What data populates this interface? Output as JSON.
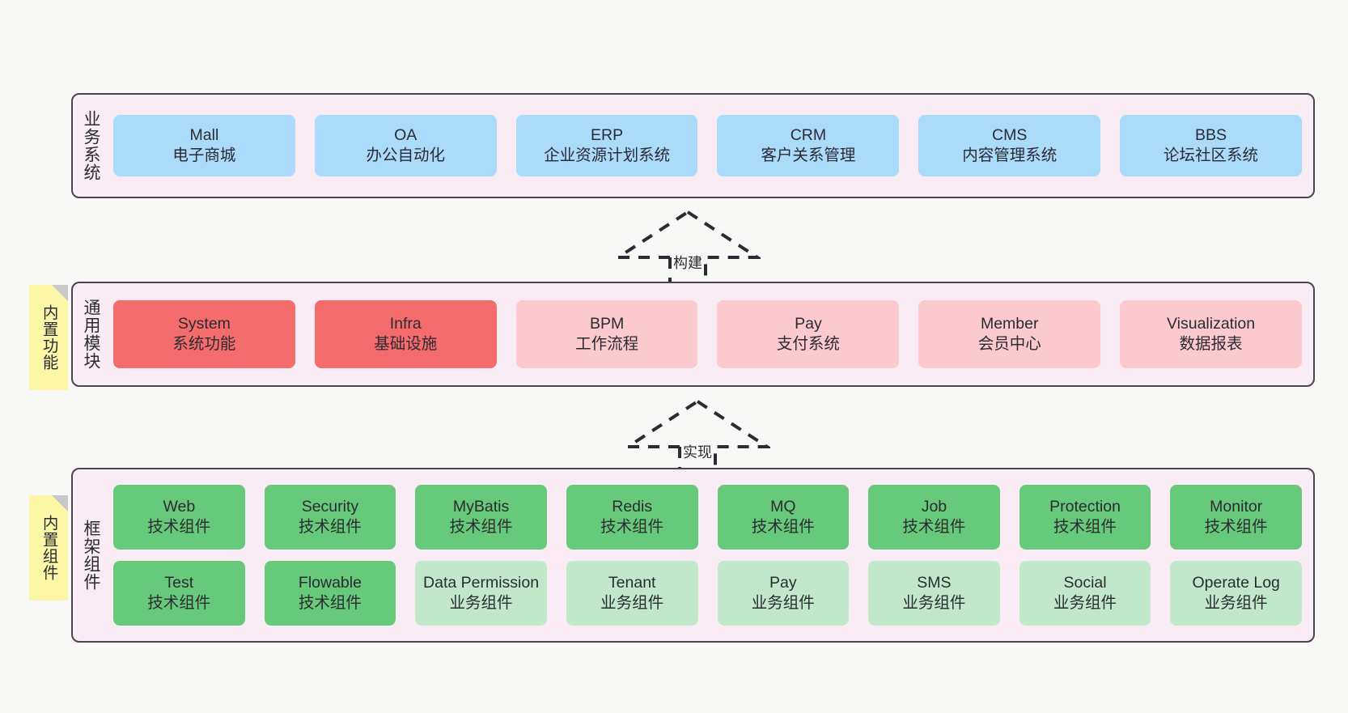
{
  "diagram": {
    "background": "#f8f8f6",
    "layer_bg": "#faecf5",
    "layer_border": "#4a4453",
    "colors": {
      "business": "#abdbfb",
      "module_core": "#f56c6c",
      "module_plain": "#fcc9ce",
      "tech_component": "#67c97a",
      "biz_component": "#c2e8cb",
      "sticky": "#fbf7a6",
      "sticky_fold": "#c9c9c9"
    }
  },
  "layers": [
    {
      "title": "业务系统",
      "rows": [
        [
          {
            "name": "Mall",
            "sub": "电子商城",
            "color": "c-blue"
          },
          {
            "name": "OA",
            "sub": "办公自动化",
            "color": "c-blue"
          },
          {
            "name": "ERP",
            "sub": "企业资源计划系统",
            "color": "c-blue"
          },
          {
            "name": "CRM",
            "sub": "客户关系管理",
            "color": "c-blue"
          },
          {
            "name": "CMS",
            "sub": "内容管理系统",
            "color": "c-blue"
          },
          {
            "name": "BBS",
            "sub": "论坛社区系统",
            "color": "c-blue"
          }
        ]
      ]
    },
    {
      "title": "通用模块",
      "sticky": "内置功能",
      "rows": [
        [
          {
            "name": "System",
            "sub": "系统功能",
            "color": "c-red"
          },
          {
            "name": "Infra",
            "sub": "基础设施",
            "color": "c-red"
          },
          {
            "name": "BPM",
            "sub": "工作流程",
            "color": "c-pink"
          },
          {
            "name": "Pay",
            "sub": "支付系统",
            "color": "c-pink"
          },
          {
            "name": "Member",
            "sub": "会员中心",
            "color": "c-pink"
          },
          {
            "name": "Visualization",
            "sub": "数据报表",
            "color": "c-pink"
          }
        ]
      ]
    },
    {
      "title": "框架组件",
      "sticky": "内置组件",
      "rows": [
        [
          {
            "name": "Web",
            "sub": "技术组件",
            "color": "c-green"
          },
          {
            "name": "Security",
            "sub": "技术组件",
            "color": "c-green"
          },
          {
            "name": "MyBatis",
            "sub": "技术组件",
            "color": "c-green"
          },
          {
            "name": "Redis",
            "sub": "技术组件",
            "color": "c-green"
          },
          {
            "name": "MQ",
            "sub": "技术组件",
            "color": "c-green"
          },
          {
            "name": "Job",
            "sub": "技术组件",
            "color": "c-green"
          },
          {
            "name": "Protection",
            "sub": "技术组件",
            "color": "c-green"
          },
          {
            "name": "Monitor",
            "sub": "技术组件",
            "color": "c-green"
          }
        ],
        [
          {
            "name": "Test",
            "sub": "技术组件",
            "color": "c-green"
          },
          {
            "name": "Flowable",
            "sub": "技术组件",
            "color": "c-green"
          },
          {
            "name": "Data Permission",
            "sub": "业务组件",
            "color": "c-lightgreen",
            "wrap": true
          },
          {
            "name": "Tenant",
            "sub": "业务组件",
            "color": "c-lightgreen"
          },
          {
            "name": "Pay",
            "sub": "业务组件",
            "color": "c-lightgreen"
          },
          {
            "name": "SMS",
            "sub": "业务组件",
            "color": "c-lightgreen"
          },
          {
            "name": "Social",
            "sub": "业务组件",
            "color": "c-lightgreen"
          },
          {
            "name": "Operate Log",
            "sub": "业务组件",
            "color": "c-lightgreen"
          }
        ]
      ]
    }
  ],
  "arrows": [
    {
      "label": "构建"
    },
    {
      "label": "实现"
    }
  ]
}
